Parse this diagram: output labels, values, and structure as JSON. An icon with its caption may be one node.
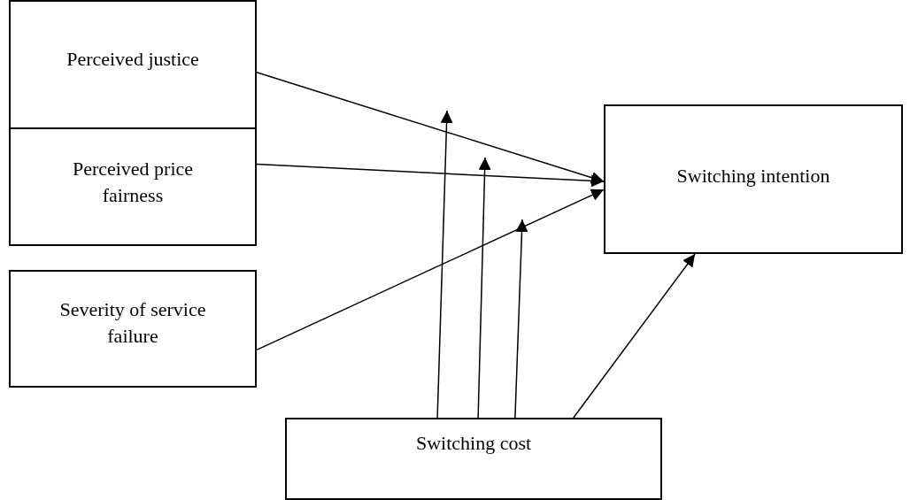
{
  "diagram": {
    "nodes": [
      {
        "text": [
          "Perceived justice"
        ]
      },
      {
        "text": [
          "Perceived price fairness"
        ]
      },
      {
        "text": [
          "Severity of service failure"
        ]
      },
      {
        "text": [
          "Switching intention"
        ]
      },
      {
        "text": [
          "Switching cost"
        ]
      }
    ],
    "edges": [
      {
        "from": 0,
        "to": 3,
        "arrow": "to"
      },
      {
        "from": 1,
        "to": 3,
        "arrow": "to"
      },
      {
        "from": 2,
        "to": 3,
        "arrow": "to"
      },
      {
        "from": 4,
        "to": null,
        "arrow": "to"
      },
      {
        "from": 4,
        "to": null,
        "arrow": "to"
      },
      {
        "from": 4,
        "to": null,
        "arrow": "to"
      },
      {
        "from": 4,
        "to": 3,
        "arrow": "to"
      }
    ]
  }
}
